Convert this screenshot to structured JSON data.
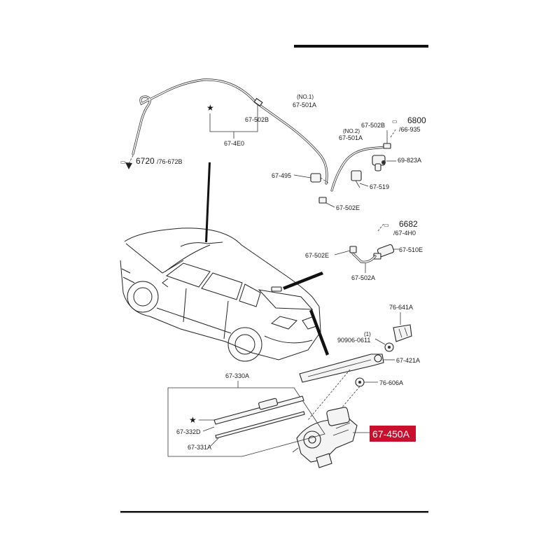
{
  "labels": {
    "no1": "(NO.1)",
    "p67_501A_1": "67-501A",
    "p67_502B_1": "67-502B",
    "p67_4E0": "67-4E0",
    "p6720_code": "6720",
    "p6720_sub": "/76-672B",
    "no2": "(NO.2)",
    "p67_501A_2": "67-501A",
    "p67_502B_2": "67-502B",
    "p6800_code": "6800",
    "p6800_sub": "/66-935",
    "p69_823A": "69-823A",
    "p67_495": "67-495",
    "p67_519": "67-519",
    "p67_502E_1": "67-502E",
    "p6682_code": "6682",
    "p6682_sub": "/67-4H0",
    "p67_502E_2": "67-502E",
    "p67_510E": "67-510E",
    "p67_502A": "67-502A",
    "p76_641A": "76-641A",
    "qty1": "(1)",
    "p90906": "90906-0611",
    "p67_421A": "67-421A",
    "p67_330A": "67-330A",
    "p76_606A": "76-606A",
    "p67_332D": "67-332D",
    "p67_331A": "67-331A",
    "highlight": "67-450A"
  },
  "colors": {
    "highlight_bg": "#c8102e",
    "line": "#333333"
  },
  "icons": [
    "star-icon",
    "dashed-arrow-icon"
  ]
}
